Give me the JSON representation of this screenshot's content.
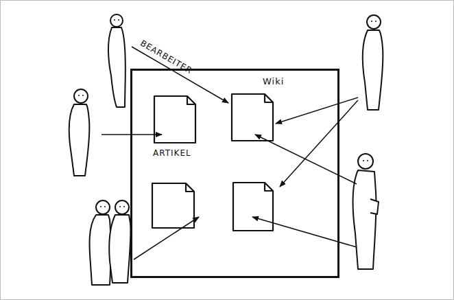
{
  "diagram": {
    "nodes": [
      {
        "text": [
          "Wiki"
        ]
      },
      {
        "text": [
          "ARTIKEL"
        ],
        "in": 0
      }
    ],
    "labels": [
      "BEARBEITER"
    ]
  }
}
